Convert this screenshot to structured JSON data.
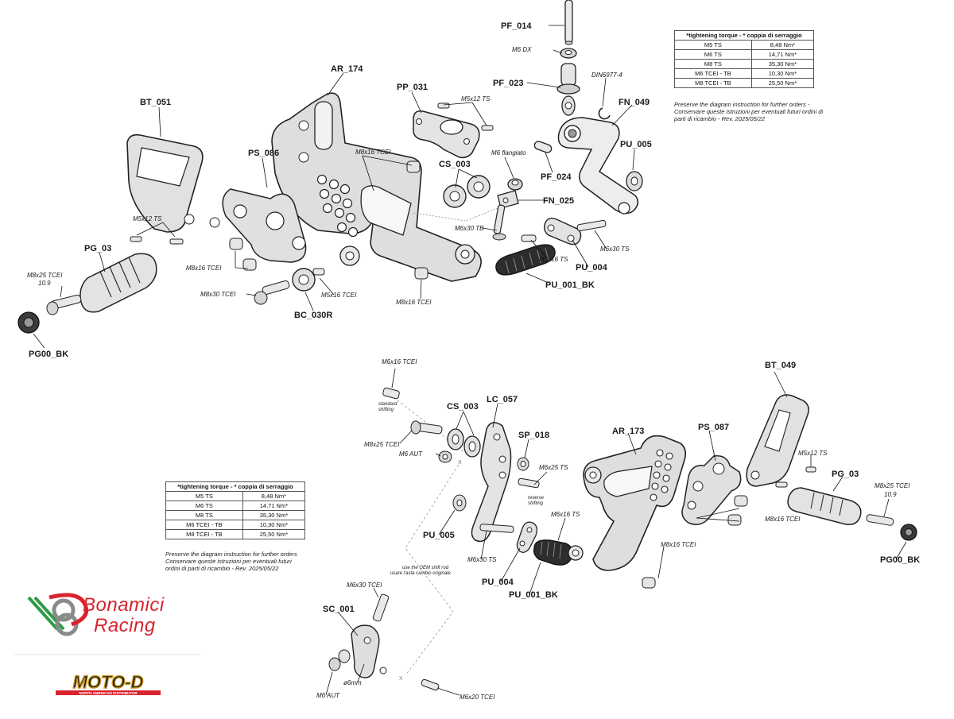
{
  "parts": {
    "pf_014": "PF_014",
    "m6_dx": "M6 DX",
    "pf_023": "PF_023",
    "din6977": "DIN6977-4",
    "fn_049": "FN_049",
    "ar_174": "AR_174",
    "pp_031": "PP_031",
    "m5x12_ts": "M5x12 TS",
    "bt_051": "BT_051",
    "pu_005": "PU_005",
    "m6_flangiato": "M6 flangiato",
    "m8x16_tcei": "M8x16 TCEI",
    "cs_003": "CS_003",
    "pf_024": "PF_024",
    "ps_086": "PS_086",
    "fn_025": "FN_025",
    "m6x30_tb": "M6x30 TB",
    "m6x30_ts": "M6x30 TS",
    "m6x16_ts": "M6x16 TS",
    "pu_004": "PU_004",
    "pg_03": "PG_03",
    "m8x25_tcei": "M8x25 TCEI",
    "val_10_9": "10.9",
    "m8x30_tcei": "M8x30 TCEI",
    "m5x16_tcei": "M5x16 TCEI",
    "pu_001_bk": "PU_001_BK",
    "bc_030r": "BC_030R",
    "pg00_bk": "PG00_BK",
    "m6x16_tcei": "M6x16 TCEI",
    "standard_shifting": [
      "standard",
      "shifting"
    ],
    "lc_057": "LC_057",
    "bt_049": "BT_049",
    "sp_018": "SP_018",
    "m6_aut": "M6 AUT",
    "m6x25_ts": "M6x25 TS",
    "reverse_shifting": [
      "reverse",
      "shifting"
    ],
    "ar_173": "AR_173",
    "ps_087": "PS_087",
    "oem_note": [
      "use the OEM shift rod",
      "usare l'asta cambio originale"
    ],
    "m6x30_tcei": "M6x30 TCEI",
    "sc_001": "SC_001",
    "d6mm": "ø6mm",
    "m6x20_tcei": "M6x20 TCEI",
    "x_mark": "x"
  },
  "torque_table": {
    "header": "*tightening torque - * coppia di serraggio",
    "rows": [
      [
        "M5 TS",
        "8,48 Nm*"
      ],
      [
        "M6 TS",
        "14,71 Nm*"
      ],
      [
        "M8 TS",
        "35,30 Nm*"
      ],
      [
        "M6 TCEI - TB",
        "10,30 Nm*"
      ],
      [
        "M8 TCEI - TB",
        "25,50 Nm*"
      ]
    ],
    "note_top": [
      "Preserve the diagram instruction for further orders -",
      "Conservare queste istruzioni per eventuali futuri ordini di",
      "parti di ricambio - Rev. 2025/05/22"
    ],
    "note_bottom": [
      "Preserve the diagram instruction for further orders",
      "Conservare queste istruzioni per eventuali futuri",
      "ordini di parti di ricambio - Rev. 2025/05/22"
    ]
  },
  "brand": {
    "line1": "Bonamici",
    "line2": "Racing",
    "moto_d": "MOTO-D",
    "moto_d_sub": "NORTH AMERICAN DISTRIBUTOR",
    "red": "#d9232e",
    "green": "#2e9b45",
    "grey": "#8a8a8a",
    "gold": "#c89a2c"
  }
}
